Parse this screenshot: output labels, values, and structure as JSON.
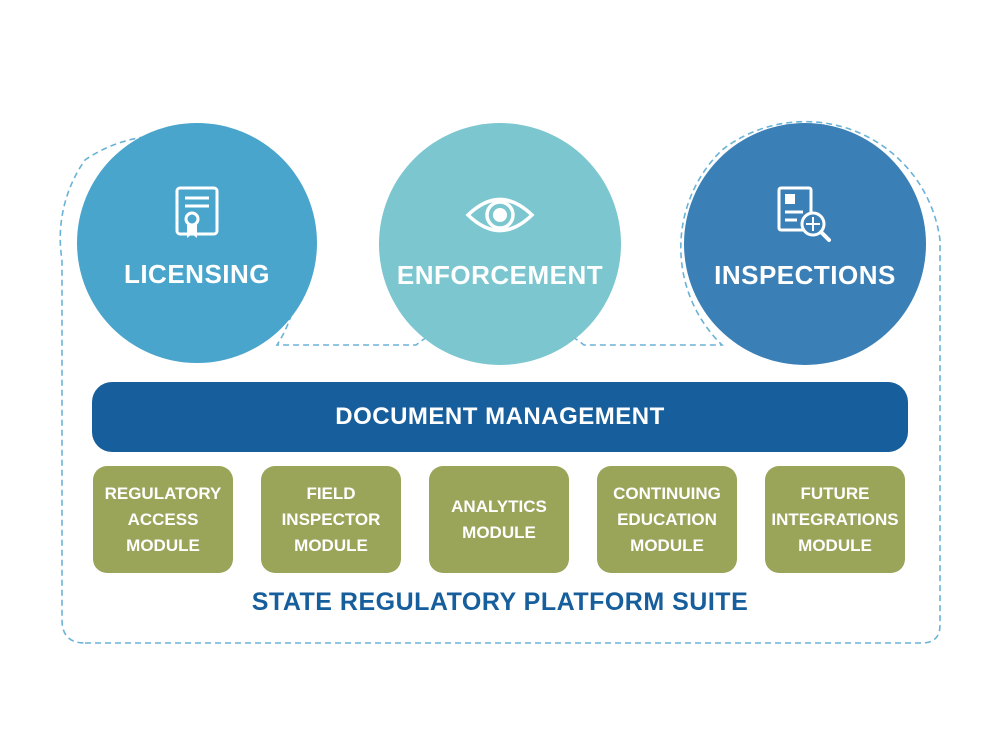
{
  "colors": {
    "licensing": "#4aa5cc",
    "enforcement": "#7bc6cf",
    "inspections": "#3a7fb6",
    "doc_bar": "#175e9c",
    "module": "#9aa55a",
    "suite_text": "#175e9c",
    "dashed_outline": "#6ab2d6"
  },
  "pillars": [
    {
      "label": "LICENSING",
      "icon": "certificate-icon"
    },
    {
      "label": "ENFORCEMENT",
      "icon": "eye-icon"
    },
    {
      "label": "INSPECTIONS",
      "icon": "document-magnifier-icon"
    }
  ],
  "doc_bar": {
    "label": "DOCUMENT MANAGEMENT"
  },
  "modules": [
    {
      "label": "REGULATORY\nACCESS\nMODULE"
    },
    {
      "label": "FIELD\nINSPECTOR\nMODULE"
    },
    {
      "label": "ANALYTICS\nMODULE"
    },
    {
      "label": "CONTINUING\nEDUCATION\nMODULE"
    },
    {
      "label": "FUTURE\nINTEGRATIONS\nMODULE"
    }
  ],
  "suite": {
    "title": "STATE REGULATORY PLATFORM SUITE"
  }
}
